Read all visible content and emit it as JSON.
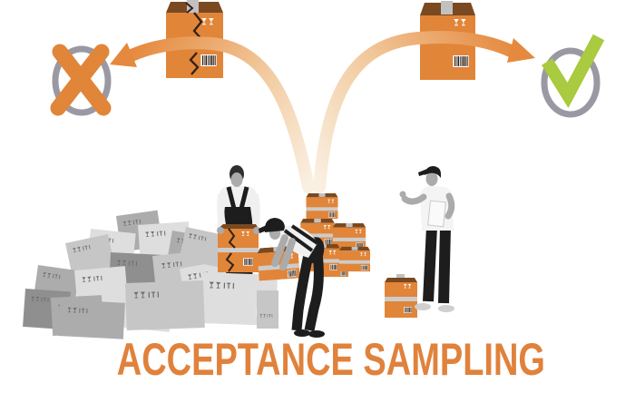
{
  "title": "ACCEPTANCE SAMPLING",
  "symbols": {
    "reject": "x-mark-in-circle",
    "accept": "check-mark-in-circle"
  },
  "icons": {
    "fragile": "wine-glasses",
    "barcode": "barcode",
    "tape": "packing-tape",
    "reject": "x-mark",
    "accept": "check-mark"
  },
  "colors": {
    "orange": "#E18539",
    "lid_brown": "#7A4920",
    "tape_gray": "#C2C1C0",
    "tape_band": "#CDCCCB",
    "ring_gray": "#9A99A3",
    "check_green": "#AACA3F",
    "title_orange": "#E0823C",
    "ink": "#1D1D1D",
    "skin_gray": "#ABABAB",
    "shirt_light": "#F0F0F0",
    "gray_1": "#DEDEDE",
    "gray_2": "#C6C6C6",
    "gray_3": "#ACACAC",
    "gray_4": "#8F8F8F",
    "arrow_tail": "#FAF0E2",
    "arrow_mid": "#F2CBA0",
    "arrow_head": "#E5893E",
    "crack_dark": "#2F2217",
    "background": "#FFFFFF"
  }
}
